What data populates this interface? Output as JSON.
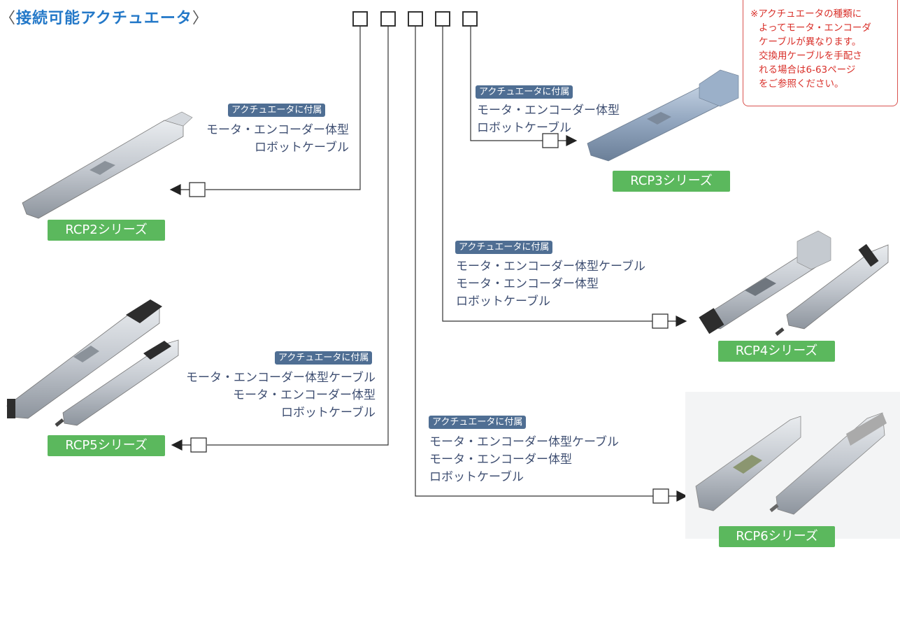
{
  "title": {
    "open": "〈",
    "text": "接続可能アクチュエータ",
    "close": "〉"
  },
  "note": {
    "lines": [
      "※アクチュエータの種類に",
      "よってモータ・エンコーダ",
      "ケーブルが異なります。",
      "交換用ケーブルを手配さ",
      "れる場合は6-63ページ",
      "をご参照ください。"
    ]
  },
  "tag_text": "アクチュエータに付属",
  "groups": [
    {
      "series": "RCP2シリーズ",
      "cables": [
        "モータ・エンコーダー体型",
        "ロボットケーブル"
      ]
    },
    {
      "series": "RCP3シリーズ",
      "cables": [
        "モータ・エンコーダー体型",
        "ロボットケーブル"
      ]
    },
    {
      "series": "RCP4シリーズ",
      "cables": [
        "モータ・エンコーダー体型ケーブル",
        "モータ・エンコーダー体型",
        "ロボットケーブル"
      ]
    },
    {
      "series": "RCP5シリーズ",
      "cables": [
        "モータ・エンコーダー体型ケーブル",
        "モータ・エンコーダー体型",
        "ロボットケーブル"
      ]
    },
    {
      "series": "RCP6シリーズ",
      "cables": [
        "モータ・エンコーダー体型ケーブル",
        "モータ・エンコーダー体型",
        "ロボットケーブル"
      ]
    }
  ],
  "colors": {
    "title": "#2378c8",
    "tag": "#4f6e93",
    "series": "#5bb85d",
    "note": "#d9302a"
  }
}
